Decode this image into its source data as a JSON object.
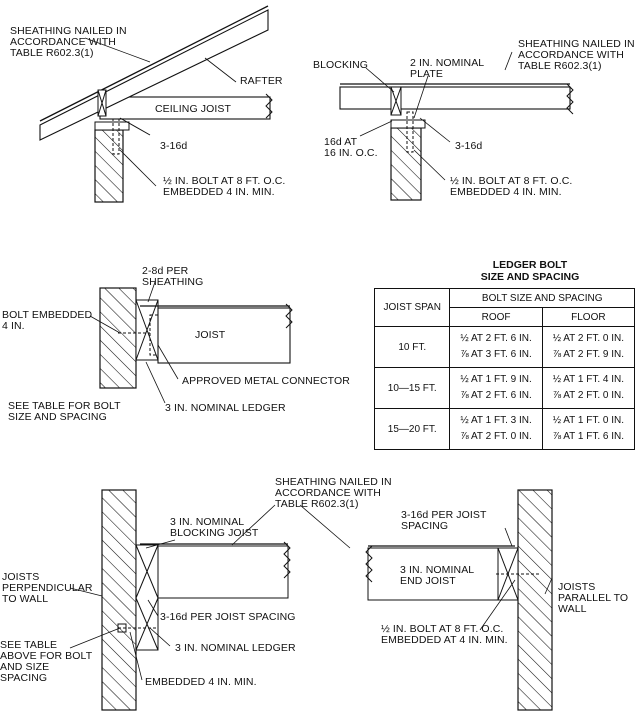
{
  "top_left": {
    "sheathing": [
      "SHEATHING NAILED IN",
      "ACCORDANCE WITH",
      "TABLE R602.3(1)"
    ],
    "rafter": "RAFTER",
    "ceiling_joist": "CEILING JOIST",
    "nails": "3-16d",
    "bolt": [
      "½ IN. BOLT AT 8 FT. O.C.",
      "EMBEDDED 4 IN. MIN."
    ]
  },
  "top_right": {
    "blocking": "BLOCKING",
    "plate": [
      "2 IN. NOMINAL",
      "PLATE"
    ],
    "sheathing": [
      "SHEATHING NAILED IN",
      "ACCORDANCE WITH",
      "TABLE R602.3(1)"
    ],
    "nails_16d": [
      "16d AT",
      "16 IN. O.C."
    ],
    "nails": "3-16d",
    "bolt": [
      "½ IN. BOLT AT 8 FT. O.C.",
      "EMBEDDED 4 IN. MIN."
    ]
  },
  "middle": {
    "per_sheathing": [
      "2-8d PER",
      "SHEATHING"
    ],
    "bolt_embedded": [
      "BOLT EMBEDDED",
      "4 IN."
    ],
    "joist": "JOIST",
    "connector": "APPROVED METAL CONNECTOR",
    "see_table": [
      "SEE TABLE FOR BOLT",
      "SIZE AND SPACING"
    ],
    "ledger": "3 IN. NOMINAL LEDGER"
  },
  "table": {
    "title": [
      "LEDGER BOLT",
      "SIZE AND SPACING"
    ],
    "col_joist_span": "JOIST SPAN",
    "col_group": "BOLT SIZE AND SPACING",
    "col_roof": "ROOF",
    "col_floor": "FLOOR",
    "rows": [
      {
        "span": "10 FT.",
        "roof": [
          "½ AT 2 FT. 6 IN.",
          "⅞ AT 3 FT. 6 IN."
        ],
        "floor": [
          "½ AT 2 FT. 0 IN.",
          "⅞ AT 2 FT. 9 IN."
        ]
      },
      {
        "span": "10—15 FT.",
        "roof": [
          "½ AT 1 FT. 9 IN.",
          "⅞ AT 2 FT. 6 IN."
        ],
        "floor": [
          "½ AT 1 FT. 4 IN.",
          "⅞ AT 2 FT. 0 IN."
        ]
      },
      {
        "span": "15—20 FT.",
        "roof": [
          "½ AT 1 FT. 3 IN.",
          "⅞ AT 2 FT. 0 IN."
        ],
        "floor": [
          "½ AT 1 FT. 0 IN.",
          "⅞ AT 1 FT. 6 IN."
        ]
      }
    ]
  },
  "bottom": {
    "sheathing": [
      "SHEATHING NAILED IN",
      "ACCORDANCE WITH",
      "TABLE R602.3(1)"
    ],
    "blocking_joist": [
      "3 IN. NOMINAL",
      "BLOCKING JOIST"
    ],
    "per_joist_spacing_r": [
      "3-16d PER JOIST",
      "SPACING"
    ],
    "joists_perp": [
      "JOISTS",
      "PERPENDICULAR",
      "TO WALL"
    ],
    "end_joist": [
      "3 IN. NOMINAL",
      "END JOIST"
    ],
    "joists_parallel": [
      "JOISTS",
      "PARALLEL TO",
      "WALL"
    ],
    "per_joist_spacing_l": "3-16d PER JOIST SPACING",
    "see_table_above": [
      "SEE TABLE",
      "ABOVE FOR BOLT",
      "AND SIZE",
      "SPACING"
    ],
    "ledger": "3 IN. NOMINAL LEDGER",
    "bolt": [
      "½ IN. BOLT AT 8 FT. O.C.",
      "EMBEDDED AT 4 IN. MIN."
    ],
    "embedded": "EMBEDDED 4 IN. MIN."
  }
}
